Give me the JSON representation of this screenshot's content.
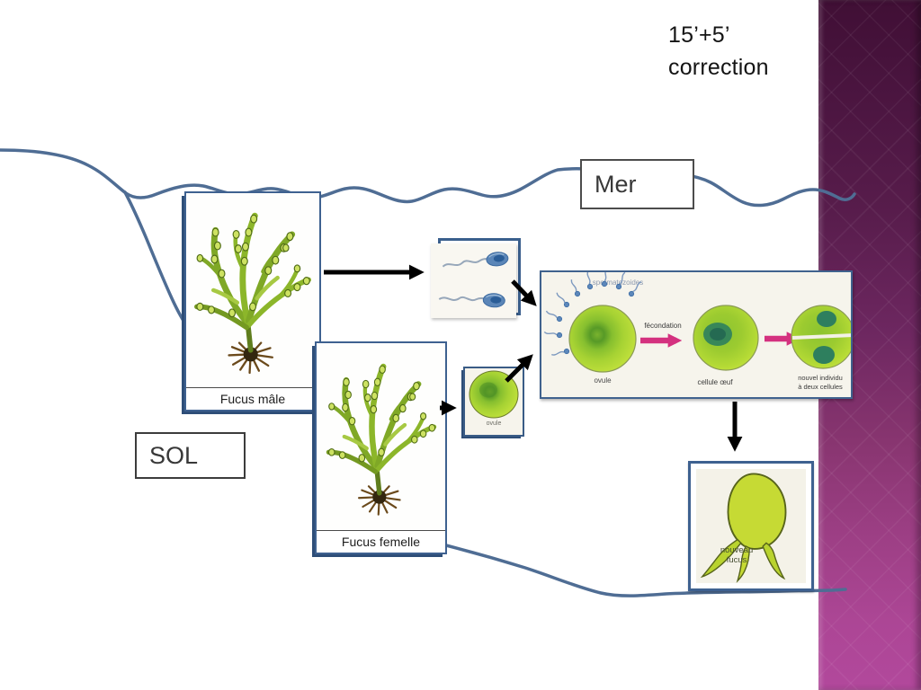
{
  "title": {
    "line1": "15’+5’",
    "line2": "correction"
  },
  "zone_labels": {
    "mer": "Mer",
    "sol": "SOL"
  },
  "figures": {
    "fucus_male": {
      "caption": "Fucus mâle"
    },
    "fucus_femelle": {
      "caption": "Fucus femelle"
    },
    "ovule": {
      "label": "ovule"
    },
    "nouveau_fucus": {
      "label_line1": "nouveau",
      "label_line2": "fucus"
    }
  },
  "diagram": {
    "spermatozoids": "spermatozoides",
    "ovule": "ovule",
    "fecondation": "fécondation",
    "cellule_oeuf": "cellule œuf",
    "nouvel_individu_line1": "nouvel individu",
    "nouvel_individu_line2": "à deux cellules"
  },
  "colors": {
    "line_blue": "#4f6d94",
    "frame_blue": "#3e6190",
    "arrow_black": "#000000",
    "pink_arrow": "#d4317f",
    "purple_top": "#400f35",
    "purple_bottom": "#b2489c",
    "seaweed_green": "#8cb62a"
  }
}
